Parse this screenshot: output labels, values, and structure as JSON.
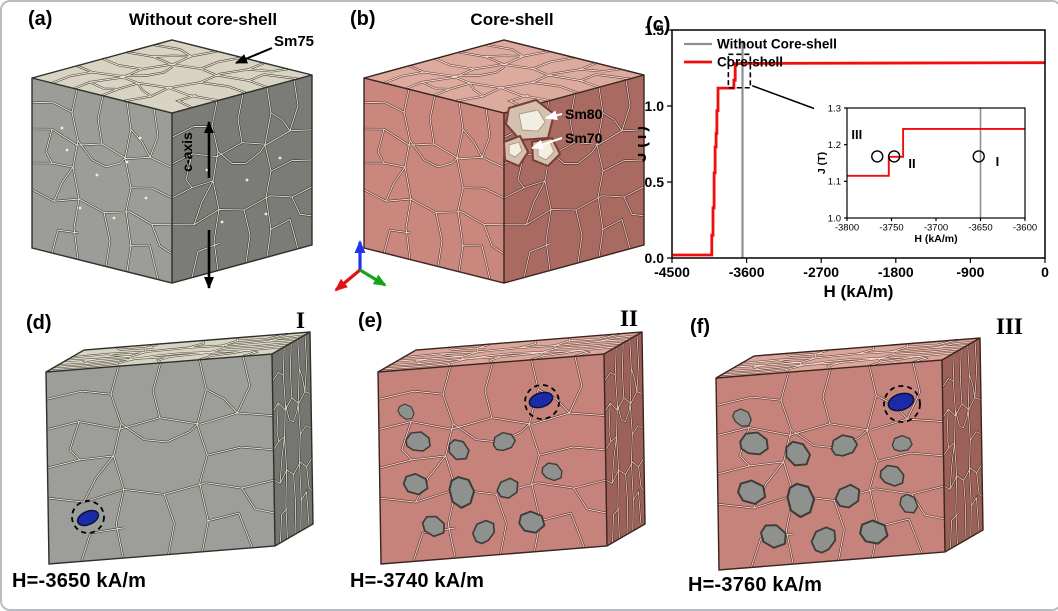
{
  "panels": {
    "a": {
      "tag": "(a)",
      "title": "Without core-shell",
      "material_label": "Sm75",
      "axis_label": "c-axis"
    },
    "b": {
      "tag": "(b)",
      "title": "Core-shell",
      "shell_label": "Sm80",
      "core_label": "Sm70"
    },
    "c": {
      "tag": "(c)"
    },
    "d": {
      "tag": "(d)",
      "state": "I",
      "field": "H=-3650 kA/m"
    },
    "e": {
      "tag": "(e)",
      "state": "II",
      "field": "H=-3740 kA/m"
    },
    "f": {
      "tag": "(f)",
      "state": "III",
      "field": "H=-3760 kA/m"
    }
  },
  "chart_data": {
    "type": "line",
    "xlabel": "H (kA/m)",
    "ylabel": "J (T)",
    "xlim": [
      -4500,
      0
    ],
    "ylim": [
      0,
      1.5
    ],
    "xticks": [
      -4500,
      -3600,
      -2700,
      -1800,
      -900,
      0
    ],
    "yticks": [
      0,
      0.5,
      1,
      1.5
    ],
    "grid": false,
    "legend_position": "top-left",
    "series": [
      {
        "name": "Without Core-shell",
        "color": "#8f8f8f",
        "width": 2.2,
        "points": [
          [
            -3650,
            1.43
          ],
          [
            -3650,
            0
          ]
        ]
      },
      {
        "name": "Core-shell",
        "color": "#f20d0d",
        "width": 2.8,
        "points": [
          [
            0,
            1.285
          ],
          [
            -3600,
            1.28
          ],
          [
            -3737,
            1.278
          ],
          [
            -3737,
            1.17
          ],
          [
            -3753,
            1.17
          ],
          [
            -3753,
            1.118
          ],
          [
            -3945,
            1.118
          ],
          [
            -3945,
            0.97
          ],
          [
            -3958,
            0.97
          ],
          [
            -3958,
            0.82
          ],
          [
            -3968,
            0.82
          ],
          [
            -3968,
            0.73
          ],
          [
            -3980,
            0.73
          ],
          [
            -3980,
            0.56
          ],
          [
            -3992,
            0.56
          ],
          [
            -3992,
            0.33
          ],
          [
            -4005,
            0.33
          ],
          [
            -4005,
            0.15
          ],
          [
            -4020,
            0.15
          ],
          [
            -4020,
            0.02
          ],
          [
            -4490,
            0.02
          ]
        ]
      }
    ],
    "zoom_region": {
      "x1": -3820,
      "x2": -3555,
      "y1": 1.12,
      "y2": 1.34
    },
    "inset": {
      "xlabel": "H (kA/m)",
      "ylabel": "J (T)",
      "xlim": [
        -3800,
        -3600
      ],
      "ylim": [
        1.0,
        1.3
      ],
      "xticks": [
        -3800,
        -3750,
        -3700,
        -3650,
        -3600
      ],
      "yticks": [
        1.0,
        1.1,
        1.2,
        1.3
      ],
      "series": [
        {
          "name": "Without Core-shell",
          "color": "#8f8f8f",
          "width": 1.6,
          "points": [
            [
              -3650,
              1.3
            ],
            [
              -3650,
              1.0
            ]
          ]
        },
        {
          "name": "Core-shell",
          "color": "#f20d0d",
          "width": 1.9,
          "points": [
            [
              -3600,
              1.243
            ],
            [
              -3737,
              1.243
            ],
            [
              -3737,
              1.167
            ],
            [
              -3753,
              1.167
            ],
            [
              -3753,
              1.115
            ],
            [
              -3800,
              1.115
            ]
          ]
        }
      ],
      "markers": [
        {
          "label": "III",
          "x": -3766,
          "y": 1.168,
          "lx": -3789,
          "ly": 1.215
        },
        {
          "label": "II",
          "x": -3747,
          "y": 1.168,
          "lx": -3727,
          "ly": 1.136
        },
        {
          "label": "I",
          "x": -3652,
          "y": 1.168,
          "lx": -3631,
          "ly": 1.142
        }
      ]
    }
  }
}
